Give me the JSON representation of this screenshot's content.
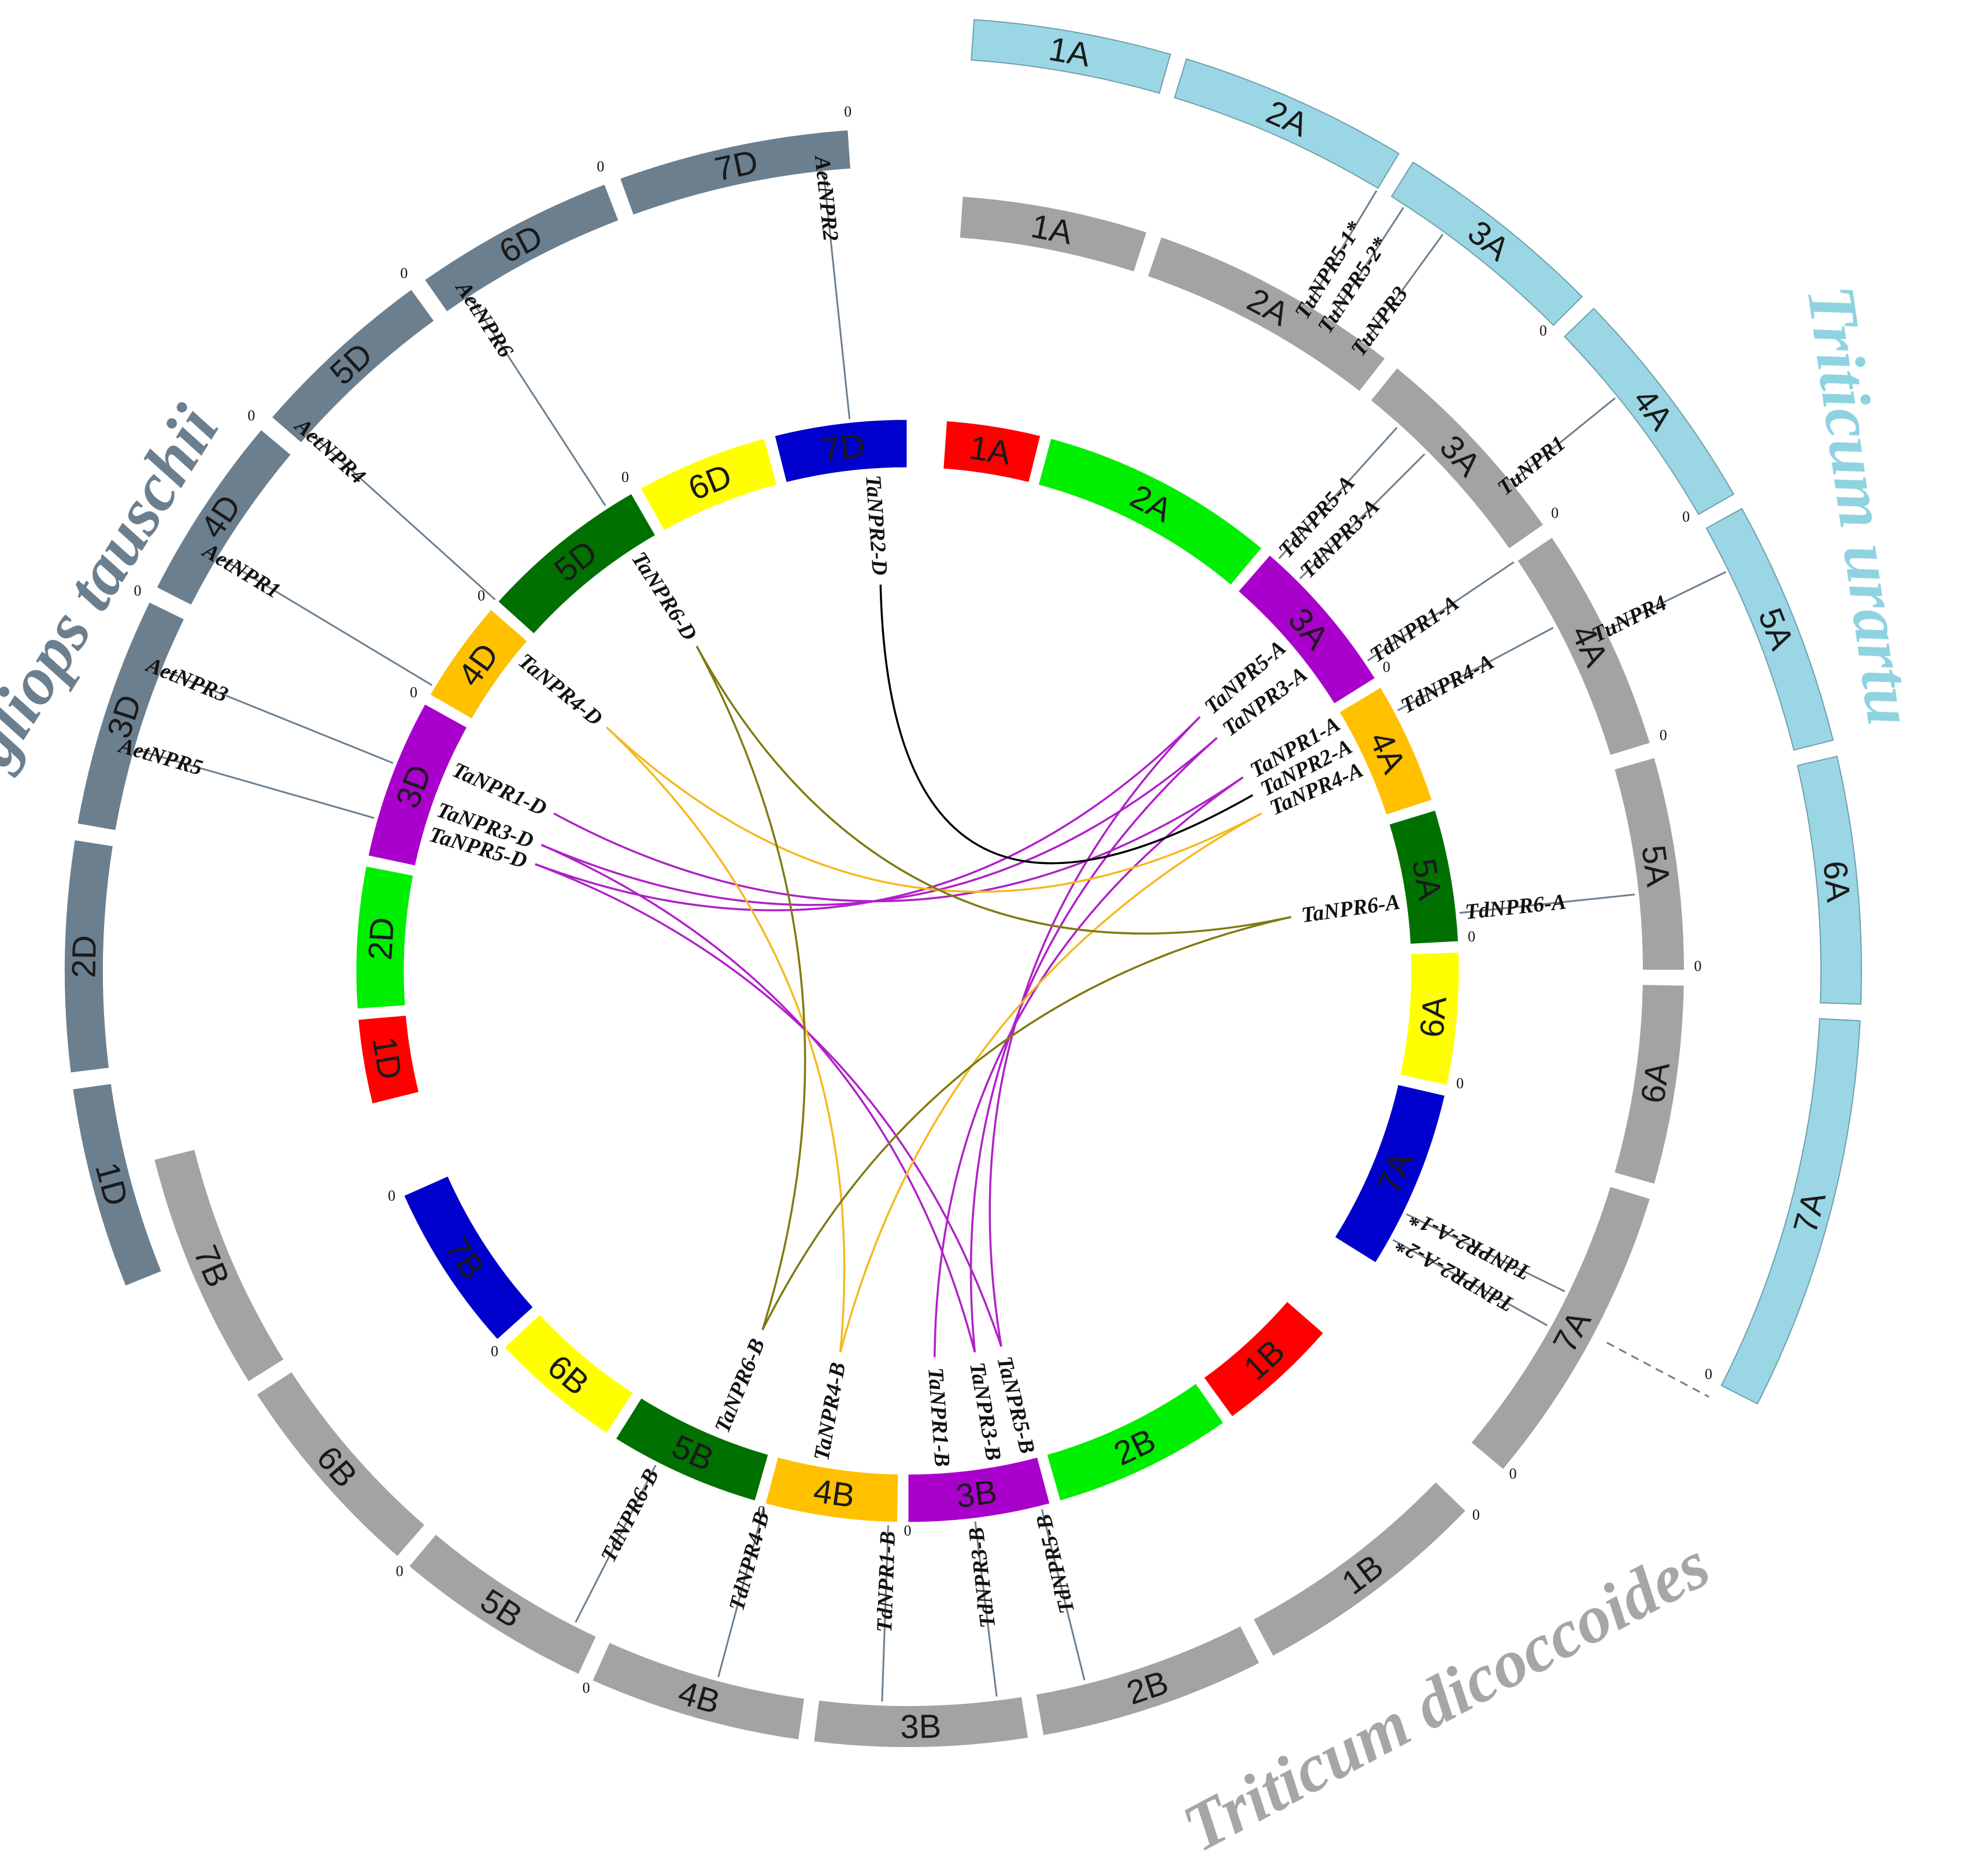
{
  "species": [
    {
      "name": "Aegliops tauschii",
      "color": "#6b7f8f"
    },
    {
      "name": "Triticum urartu",
      "color": "#8fd3e0"
    },
    {
      "name": "Triticum dicoccoides",
      "color": "#a6a6a6"
    }
  ],
  "colors": {
    "tau_ring": "#6b7f8f",
    "ura_ring": "#9ad6e3",
    "dic_ring": "#a3a3a3",
    "chr1": "#ff0000",
    "chr2": "#00ee00",
    "chr3": "#aa00cc",
    "chr4": "#ffc000",
    "chr5": "#007000",
    "chr6": "#ffff00",
    "chr7": "#0000cc",
    "link_chr3": "#b020c8",
    "link_chr4": "#f5b820",
    "link_chr6": "#7f7a10",
    "link_chr2": "#000000",
    "leader": "#6b7f8f"
  },
  "zero_mark": "0",
  "rings": {
    "inner": [
      {
        "label": "1A",
        "color": "chr1"
      },
      {
        "label": "2A",
        "color": "chr2"
      },
      {
        "label": "3A",
        "color": "chr3"
      },
      {
        "label": "4A",
        "color": "chr4"
      },
      {
        "label": "5A",
        "color": "chr5"
      },
      {
        "label": "6A",
        "color": "chr6"
      },
      {
        "label": "7A",
        "color": "chr7"
      },
      {
        "label": "1B",
        "color": "chr1"
      },
      {
        "label": "2B",
        "color": "chr2"
      },
      {
        "label": "3B",
        "color": "chr3"
      },
      {
        "label": "4B",
        "color": "chr4"
      },
      {
        "label": "5B",
        "color": "chr5"
      },
      {
        "label": "6B",
        "color": "chr6"
      },
      {
        "label": "7B",
        "color": "chr7"
      },
      {
        "label": "1D",
        "color": "chr1"
      },
      {
        "label": "2D",
        "color": "chr2"
      },
      {
        "label": "3D",
        "color": "chr3"
      },
      {
        "label": "4D",
        "color": "chr4"
      },
      {
        "label": "5D",
        "color": "chr5"
      },
      {
        "label": "6D",
        "color": "chr6"
      },
      {
        "label": "7D",
        "color": "chr7"
      }
    ],
    "dicoccoides": [
      "1A",
      "2A",
      "3A",
      "4A",
      "5A",
      "6A",
      "7A",
      "1B",
      "2B",
      "3B",
      "4B",
      "5B",
      "6B",
      "7B"
    ],
    "urartu": [
      "1A",
      "2A",
      "3A",
      "4A",
      "5A",
      "6A",
      "7A"
    ],
    "tauschii": [
      "1D",
      "2D",
      "3D",
      "4D",
      "5D",
      "6D",
      "7D"
    ]
  },
  "genes": {
    "ta_a": [
      "TaNPR5-A",
      "TaNPR3-A",
      "TaNPR1-A",
      "TaNPR2-A",
      "TaNPR4-A",
      "TaNPR6-A"
    ],
    "ta_b": [
      "TaNPR6-B",
      "TaNPR4-B",
      "TaNPR1-B",
      "TaNPR3-B",
      "TaNPR5-B"
    ],
    "ta_d": [
      "TaNPR2-D",
      "TaNPR6-D",
      "TaNPR4-D",
      "TaNPR1-D",
      "TaNPR3-D",
      "TaNPR5-D"
    ],
    "td_a": [
      "TdNPR5-A",
      "TdNPR3-A",
      "TdNPR1-A",
      "TdNPR4-A",
      "TdNPR6-A",
      "TdNPR2-A-1*",
      "TdNPR2-A-2*"
    ],
    "td_b": [
      "TdNPR6-B",
      "TdNPR4-B",
      "TdNPR1-B",
      "TdNPR3-B",
      "TdNPR5-B"
    ],
    "tu": [
      "TuNPR5-1*",
      "TuNPR5-2*",
      "TuNPR3",
      "TuNPR1",
      "TuNPR4"
    ],
    "aet": [
      "AetNPR2",
      "AetNPR6",
      "AetNPR4",
      "AetNPR1",
      "AetNPR3",
      "AetNPR5"
    ]
  }
}
